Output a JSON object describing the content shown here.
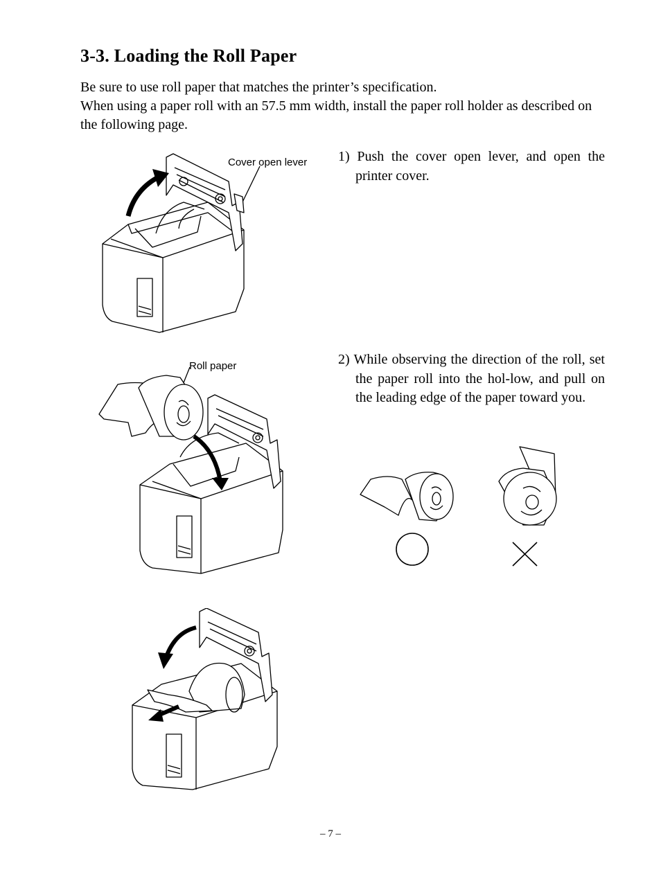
{
  "section": {
    "title": "3-3.  Loading the Roll Paper",
    "intro": [
      "Be sure to use roll paper that matches the printer’s specification.",
      "When using a paper roll with an 57.5 mm width, install the paper roll holder as described on the following page."
    ]
  },
  "steps": [
    {
      "text": "1) Push the cover open lever, and open the printer cover."
    },
    {
      "text": "2) While observing the direction of the roll, set the paper roll into the hol-low, and pull on the leading edge of the paper toward you."
    }
  ],
  "labels": {
    "cover_open_lever": "Cover open lever",
    "roll_paper": "Roll paper"
  },
  "page_number": "– 7 –"
}
